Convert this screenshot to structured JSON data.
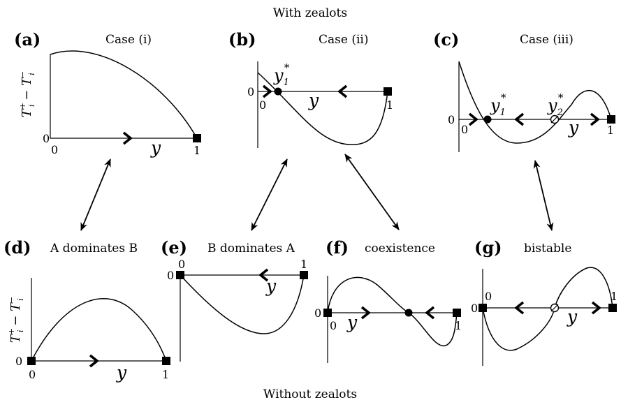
{
  "headings": {
    "top": "With zealots",
    "bottom": "Without zealots"
  },
  "panels": {
    "a": {
      "letter": "(a)",
      "title": "Case (i)"
    },
    "b": {
      "letter": "(b)",
      "title": "Case (ii)"
    },
    "c": {
      "letter": "(c)",
      "title": "Case (iii)"
    },
    "d": {
      "letter": "(d)",
      "title": "A dominates B"
    },
    "e": {
      "letter": "(e)",
      "title": "B dominates A"
    },
    "f": {
      "letter": "(f)",
      "title": "coexistence"
    },
    "g": {
      "letter": "(g)",
      "title": "bistable"
    }
  },
  "axes": {
    "x_variable": "y",
    "y_label_main": "T",
    "y_label_sub": "i",
    "zero": "0",
    "one": "1"
  },
  "fixed_points": {
    "y1": "y",
    "y1_sub": "1",
    "y2": "y",
    "y2_sub": "2",
    "star": "*"
  }
}
